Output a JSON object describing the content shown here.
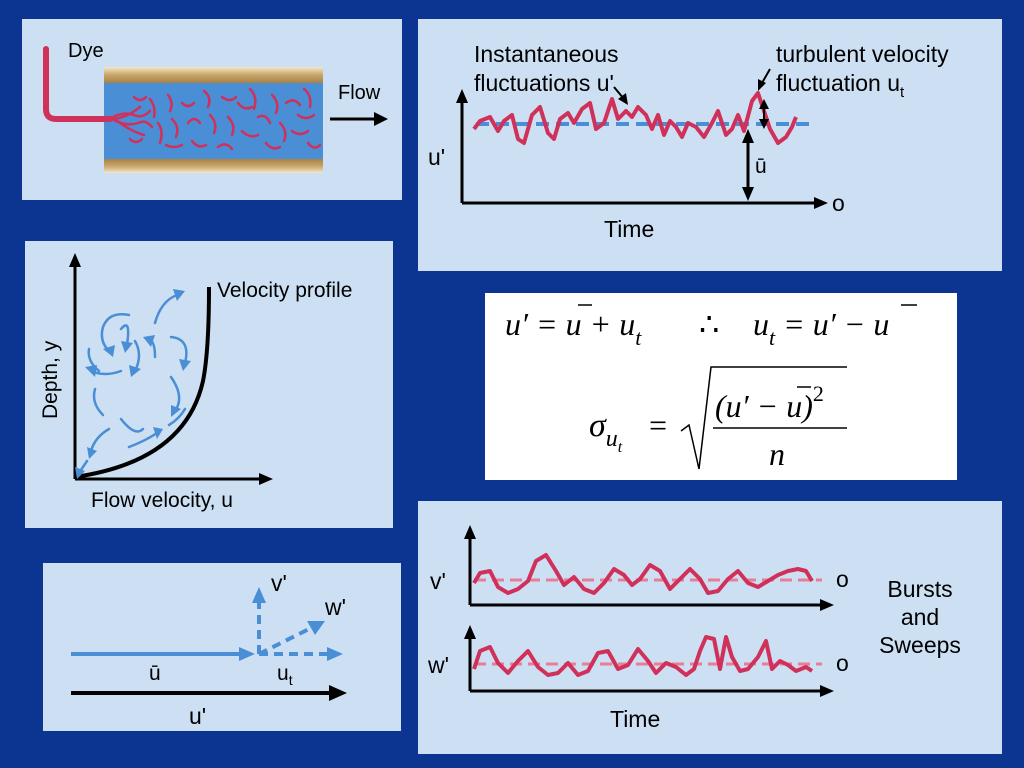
{
  "dye_panel": {
    "dye_label": "Dye",
    "flow_label": "Flow"
  },
  "fluct_panel": {
    "inst_line1": "Instantaneous",
    "inst_line2": "fluctuations u'",
    "turb_line1": "turbulent velocity",
    "turb_line2": "fluctuation u",
    "turb_sub": "t",
    "y_label": "u'",
    "mean_label": "ū",
    "x_label": "Time",
    "end_label": "o"
  },
  "profile_panel": {
    "curve_label": "Velocity profile",
    "y_label": "Depth, y",
    "x_label": "Flow velocity, u"
  },
  "equation_panel": {
    "eq1_a": "u′ = ",
    "eq1_b": "u",
    "eq1_c": " + u",
    "eq1_sub": "t",
    "eq1_therefore": "∴",
    "eq1_d": "u",
    "eq1_d_sub": "t",
    "eq1_e": " = u′ − ",
    "eq1_f": "u",
    "sigma": "σ",
    "sigma_sub": "u",
    "sigma_subsub": "t",
    "eq2_eq": "=",
    "numerator": "(u′ − u)",
    "exponent": "2",
    "denominator": "n"
  },
  "vector_panel": {
    "v_label": "v'",
    "w_label": "w'",
    "ubar_label": "ū",
    "ut_label": "u",
    "ut_sub": "t",
    "uprime_label": "u'"
  },
  "bursts_panel": {
    "v_label": "v'",
    "w_label": "w'",
    "end_label_top": "o",
    "end_label_bottom": "o",
    "x_label": "Time",
    "title_line1": "Bursts",
    "title_line2": "and",
    "title_line3": "Sweeps"
  },
  "colors": {
    "background": "#0c3591",
    "panel": "#cde0f3",
    "trace": "#d0315a",
    "mean_line": "#4a8ed6",
    "dashed_red": "#e87d95",
    "pipe_fluid": "#4a8ed6",
    "pipe_wall": "#c8a56a"
  }
}
